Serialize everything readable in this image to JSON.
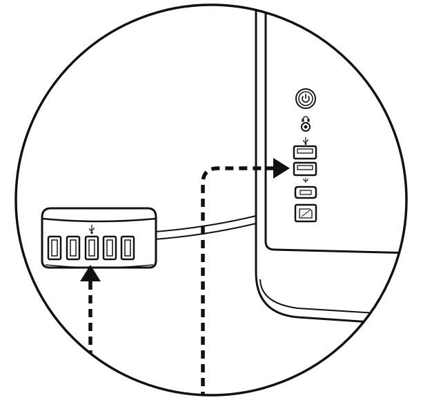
{
  "diagram": {
    "kind": "connection-illustration",
    "colors": {
      "line": "#111111",
      "background": "#ffffff",
      "port_fill": "#f4f4f4",
      "button_fill": "#ffffff"
    },
    "monitor_side_panel": {
      "controls": [
        {
          "name": "power-button",
          "icon": "power-icon"
        },
        {
          "name": "headphone-jack",
          "icon": "headphone-icon"
        },
        {
          "name": "usb-downstream-port-1",
          "icon": "usb-icon"
        },
        {
          "name": "usb-downstream-port-2",
          "icon": "usb-icon"
        },
        {
          "name": "usb-c-port",
          "icon": "usb-c-icon"
        },
        {
          "name": "usb-b-upstream-port",
          "icon": "usb-b-icon"
        }
      ]
    },
    "usb_hub": {
      "port_count": 5,
      "highlighted_port_index": 2,
      "icon": "usb-icon"
    },
    "arrows": [
      {
        "name": "arrow-to-monitor-usb-port",
        "style": "dashed",
        "target": "usb-downstream-port-2"
      },
      {
        "name": "arrow-to-hub-usb-port",
        "style": "dashed",
        "target": "hub-port-3"
      }
    ]
  }
}
